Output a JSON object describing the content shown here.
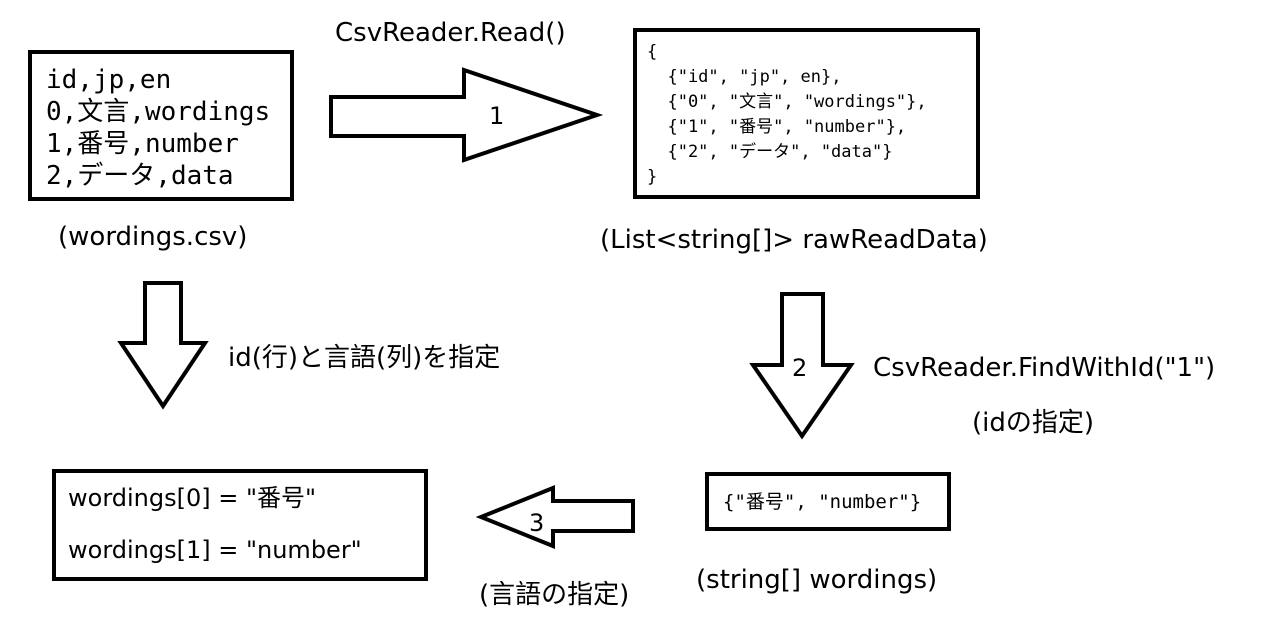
{
  "csv_box": {
    "lines": [
      "id,jp,en",
      "0,文言,wordings",
      "1,番号,number",
      "2,データ,data"
    ],
    "caption": "(wordings.csv)"
  },
  "step1": {
    "number": "1",
    "label": "CsvReader.Read()"
  },
  "raw_box": {
    "lines": [
      "{",
      "  {\"id\", \"jp\", en},",
      "  {\"0\", \"文言\", \"wordings\"},",
      "  {\"1\", \"番号\", \"number\"},",
      "  {\"2\", \"データ\", \"data\"}",
      "}"
    ],
    "caption": "(List<string[]> rawReadData)"
  },
  "left_down_arrow": {
    "label": "id(行)と言語(列)を指定"
  },
  "step2": {
    "number": "2",
    "label": "CsvReader.FindWithId(\"1\")",
    "sublabel": "(idの指定)"
  },
  "wordings_box": {
    "line": "{\"番号\", \"number\"}",
    "caption": "(string[] wordings)"
  },
  "step3": {
    "number": "3",
    "label": "(言語の指定)"
  },
  "result_box": {
    "lines": [
      "wordings[0] = \"番号\"",
      "wordings[1] = \"number\""
    ]
  }
}
